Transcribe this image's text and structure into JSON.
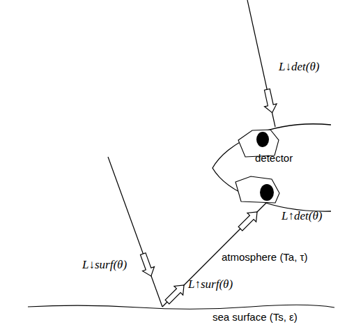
{
  "diagram": {
    "nodes": [
      {
        "text": [
          "detector"
        ]
      }
    ],
    "labels": [
      "L↓det(θ)",
      "L↑det(θ)",
      "L↓surf(θ)",
      "L↑surf(θ)",
      "atmosphere (Ta, τ)",
      "sea surface (Ts, ε)"
    ]
  }
}
